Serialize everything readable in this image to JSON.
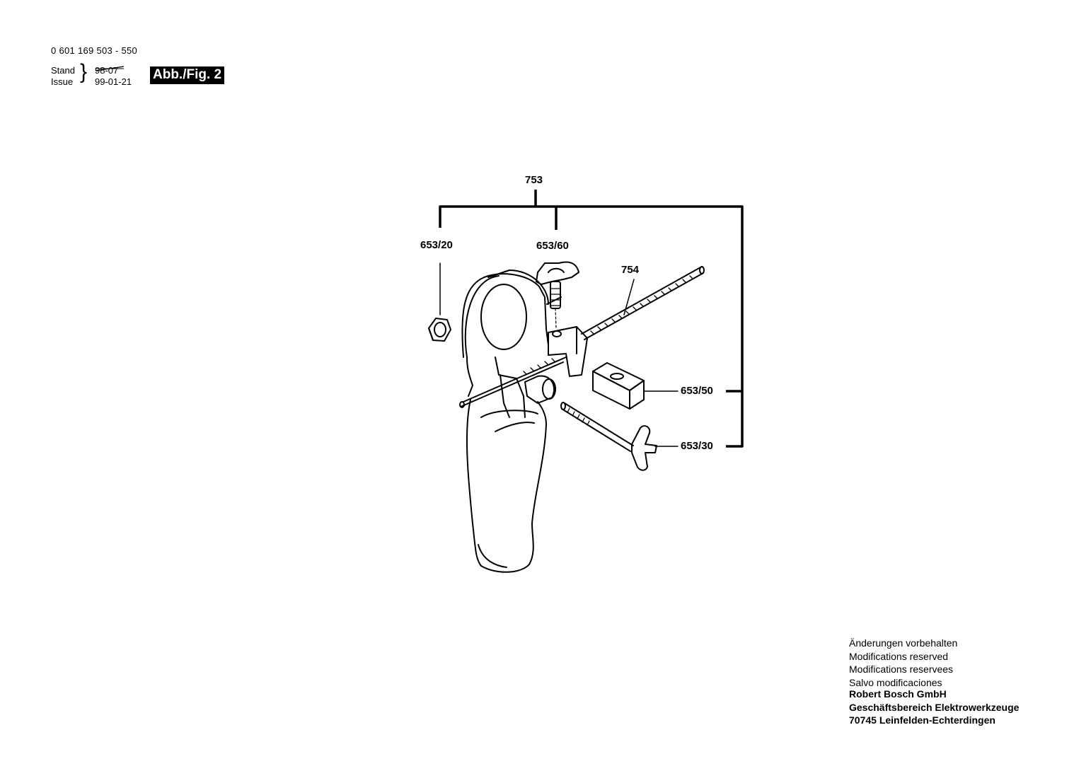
{
  "header": {
    "part_number": "0 601 169 503 - 550",
    "stand_label": "Stand",
    "issue_label": "Issue",
    "stand_date_struck": "98-07",
    "issue_date": "99-01-21",
    "figure_badge": "Abb./Fig. 2"
  },
  "callouts": {
    "set": "753",
    "nut": "653/20",
    "wing_screw": "653/60",
    "depth_rod": "754",
    "clamp_block": "653/50",
    "clamp_screw": "653/30"
  },
  "footer": {
    "lines": [
      "Änderungen vorbehalten",
      "Modifications reserved",
      "Modifications reservees",
      "Salvo modificaciones"
    ],
    "company": "Robert Bosch GmbH",
    "division": "Geschäftsbereich Elektrowerkzeuge",
    "address": "70745 Leinfelden-Echterdingen"
  },
  "colors": {
    "ink": "#000000",
    "paper": "#ffffff"
  }
}
